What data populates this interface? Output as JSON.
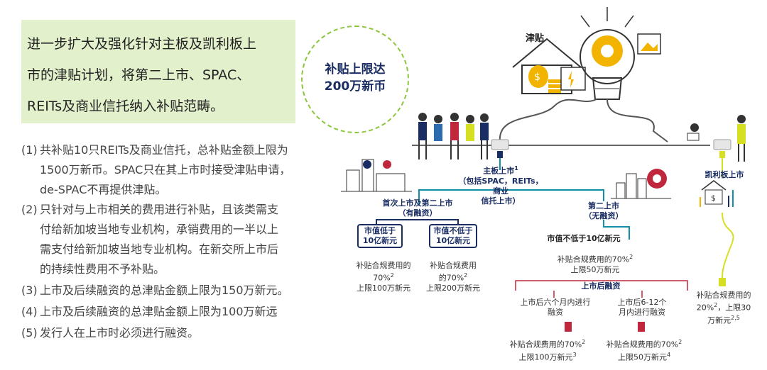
{
  "headline": {
    "line1": "进一步扩大及强化针对主板及凯利板上",
    "line2": "市的津贴计划，将第二上市、SPAC、",
    "line3": "REITs及商业信托纳入补贴范畴。"
  },
  "notes": [
    {
      "num": "(1)",
      "line1": "共补贴10只REITs及商业信托，总补贴金额上限为",
      "line2": "1500万新币。SPAC只在其上市时接受津贴申请，",
      "line3": "de-SPAC不再提供津贴。"
    },
    {
      "num": "(2)",
      "line1": "只针对与上市相关的费用进行补贴，且该类需支",
      "line2": "付给新加坡当地专业机构，承销费用的一半以上",
      "line3": "需支付给新加坡当地专业机构。在新交所上市后",
      "line4": "的持续性费用不予补贴。"
    },
    {
      "num": "(3)",
      "line1": "上市及后续融资的总津贴金额上限为150万新元。"
    },
    {
      "num": "(4)",
      "line1": "上市及后续融资的总津贴金额上限为100万新远"
    },
    {
      "num": "(5)",
      "line1": "发行人在上市时必须进行融资。"
    }
  ],
  "badge": {
    "line1": "补贴上限达",
    "line2": "200万新币"
  },
  "diagram": {
    "subsidy_title": "津贴",
    "mainboard": {
      "title": "主板上市",
      "sup": "1",
      "line2": "（包括SPAC，REITs，商业",
      "line3": "信托上市）"
    },
    "first_secondary": {
      "line1": "首次上市及第二上市",
      "line2": "（有融资）"
    },
    "cap_low": {
      "line1": "市值低于",
      "line2": "10亿新元"
    },
    "cap_high": {
      "line1": "市值不低于",
      "line2": "10亿新元"
    },
    "cap_low_sub": {
      "line1": "补贴合规费用的",
      "line2": "70%",
      "sup": "2",
      "line3": "上限100万新元"
    },
    "cap_high_sub": {
      "line1": "补贴合规费用",
      "line2": "的70%",
      "sup": "2",
      "line3": "上限200万新元"
    },
    "secondary": {
      "line1": "第二上市",
      "line2": "（无融资）"
    },
    "secondary_cap": "市值不低于10亿新元",
    "secondary_sub": {
      "line1": "补贴合规费用的70%",
      "sup": "2",
      "line2": "上限50万新元"
    },
    "post_listing": "上市后融资",
    "post_6m": {
      "line1": "上市后六个月内进行",
      "line2": "融资"
    },
    "post_6_12m": {
      "line1": "上市后6-12个",
      "line2": "月内进行融资"
    },
    "post_6m_sub": {
      "line1": "补贴合规费用的70%",
      "sup": "2",
      "line2": "上限100万新元",
      "sup2": "3"
    },
    "post_6_12m_sub": {
      "line1": "补贴合规费用的70%",
      "sup": "2",
      "line2": "上限50万新元",
      "sup2": "4"
    },
    "catalist": "凯利板上市",
    "catalist_sub": {
      "line1": "补贴合规费用的",
      "line2": "20%",
      "sup": "2",
      "line2b": "，上限30",
      "line3": "万新元",
      "sup3": "2,5"
    }
  },
  "colors": {
    "navy": "#1a2d63",
    "red": "#c0273c",
    "lime": "#d7df23",
    "teal": "#0f8fa8",
    "green_bg": "#e3f0cc",
    "badge_ring": "#8cc63f"
  }
}
